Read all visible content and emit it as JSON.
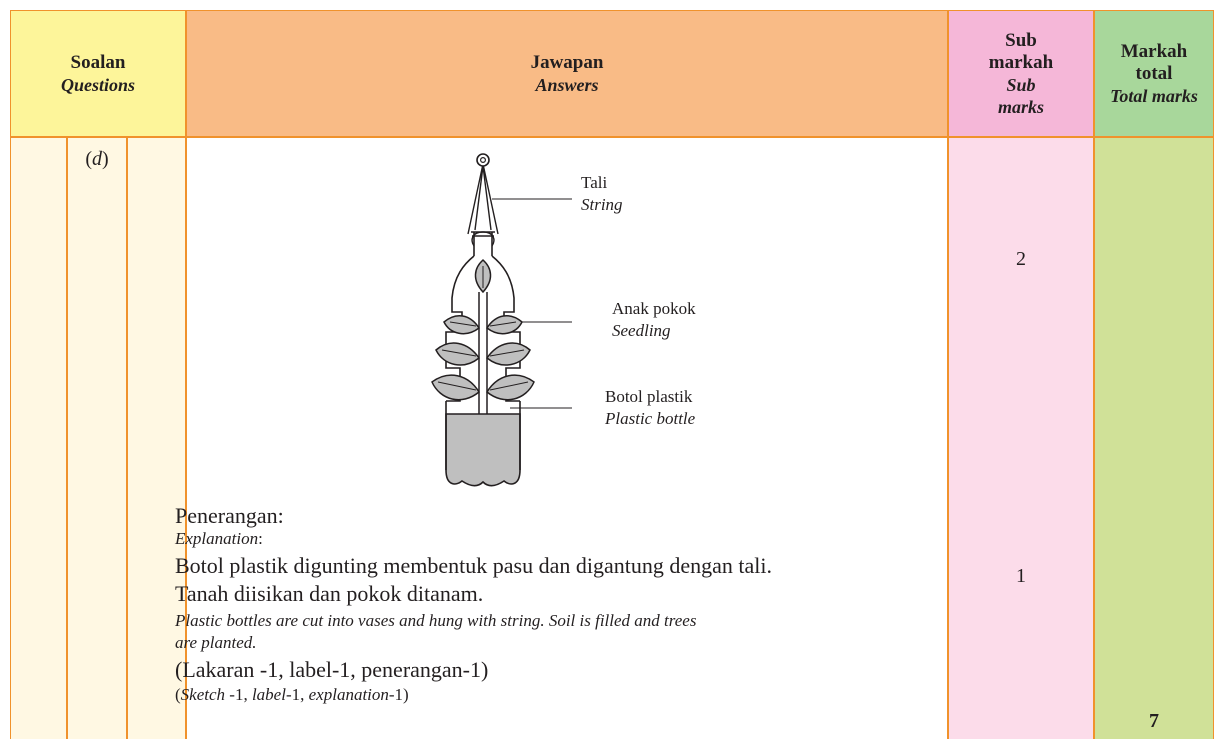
{
  "header": {
    "questions_ms": "Soalan",
    "questions_en": "Questions",
    "answers_ms": "Jawapan",
    "answers_en": "Answers",
    "sub_ms_1": "Sub",
    "sub_ms_2": "markah",
    "sub_en_1": "Sub",
    "sub_en_2": "marks",
    "total_ms_1": "Markah",
    "total_ms_2": "total",
    "total_en": "Total marks"
  },
  "question": {
    "paren_open": "(",
    "letter": "d",
    "paren_close": ")"
  },
  "diagram": {
    "string_ms": "Tali",
    "string_en": "String",
    "seedling_ms": "Anak pokok",
    "seedling_en": "Seedling",
    "bottle_ms": "Botol plastik",
    "bottle_en": "Plastic bottle"
  },
  "explanation": {
    "heading_ms": "Penerangan:",
    "heading_en": "Explanation",
    "heading_en_colon": ":",
    "line1_ms": "Botol plastik digunting membentuk pasu dan digantung dengan tali.",
    "line2_ms": "Tanah diisikan dan pokok ditanam.",
    "line1_en": "Plastic bottles are cut into vases and hung with string. Soil is filled and trees",
    "line2_en": "are planted.",
    "rubric_ms": "(Lakaran -1, label-1, penerangan-1)",
    "rubric_en_open": "(",
    "rubric_en_sketch": "Sketch",
    "rubric_en_mid1": " -1, ",
    "rubric_en_label": "label",
    "rubric_en_mid2": "-1, ",
    "rubric_en_explanation": "explanation",
    "rubric_en_end": "-1)"
  },
  "marks": {
    "sub_1": "2",
    "sub_2": "1",
    "total": "7"
  },
  "colors": {
    "border": "#f0922c",
    "questions_header": "#fdf59a",
    "answers_header": "#f9bb86",
    "sub_header": "#f5b7d8",
    "total_header": "#a8d79b",
    "questions_body": "#fff8e3",
    "sub_body": "#fcdcea",
    "total_body": "#d0e198",
    "soil": "#bfbfbf"
  }
}
